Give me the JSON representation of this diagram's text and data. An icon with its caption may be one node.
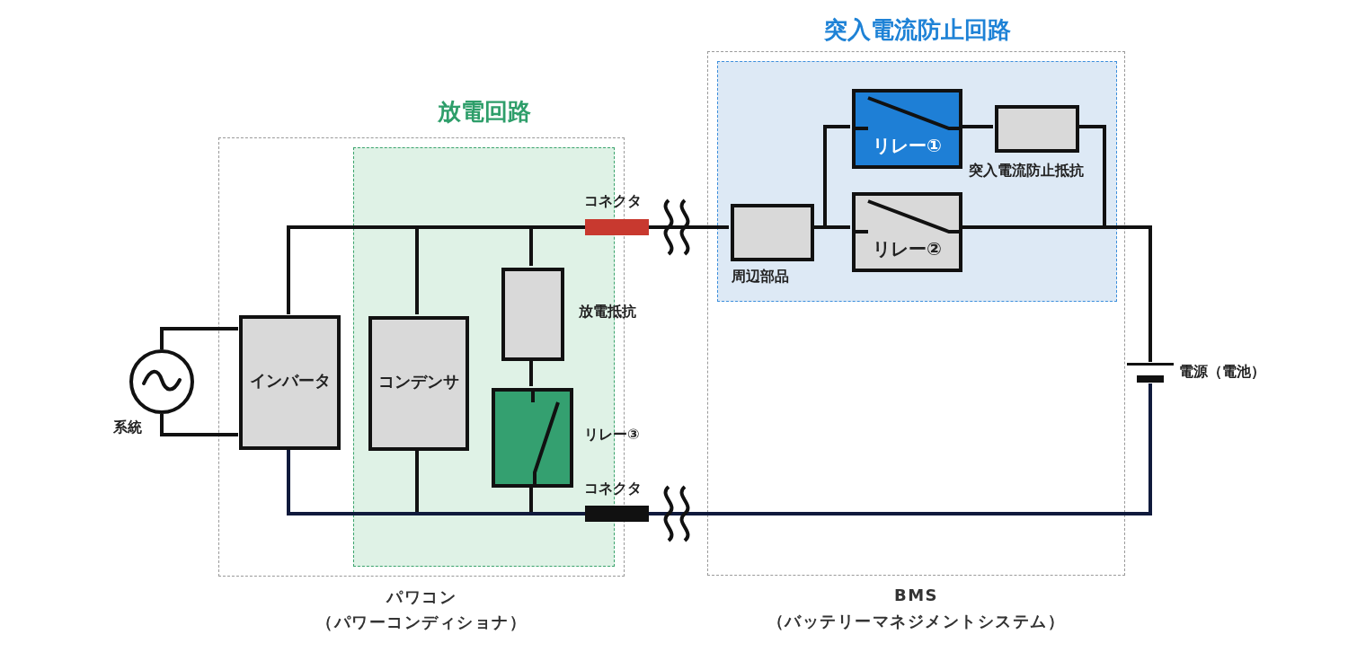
{
  "diagram": {
    "nodes": [
      {
        "text": [
          "パワコン",
          "（パワーコンディショナ）"
        ]
      },
      {
        "text": [
          "放電回路"
        ],
        "in": 0
      },
      {
        "text": [
          "インバータ"
        ],
        "in": 0
      },
      {
        "text": [
          "コンデンサ"
        ],
        "in": 1
      },
      {
        "text": [],
        "shape": "box",
        "beside": [
          "放電抵抗"
        ],
        "in": 1
      },
      {
        "text": [],
        "shape": "box",
        "beside": [
          "リレー③"
        ],
        "in": 1
      },
      {
        "text": [],
        "shape": "bar",
        "beside": [
          "コネクタ"
        ]
      },
      {
        "text": [],
        "shape": "bar",
        "beside": [
          "コネクタ"
        ]
      },
      {
        "text": [],
        "shape": "circle",
        "beside": [
          "系統"
        ]
      },
      {
        "text": [
          "BMS",
          "（バッテリーマネジメントシステム）"
        ]
      },
      {
        "text": [
          "突入電流防止回路"
        ],
        "in": 9
      },
      {
        "text": [],
        "shape": "box",
        "beside": [
          "周辺部品"
        ],
        "in": 10
      },
      {
        "text": [
          "リレー①"
        ],
        "in": 10
      },
      {
        "text": [],
        "shape": "box",
        "beside": [
          "突入電流防止抵抗"
        ],
        "in": 10
      },
      {
        "text": [
          "リレー②"
        ],
        "in": 10
      },
      {
        "text": [],
        "shape": "battery",
        "beside": [
          "電源（電池）"
        ]
      }
    ],
    "edges": [
      {
        "from": 8,
        "to": 2,
        "arrow": "none"
      },
      {
        "from": 8,
        "to": 2,
        "arrow": "none"
      },
      {
        "from": 2,
        "to": 6,
        "arrow": "none"
      },
      {
        "from": 3,
        "to": 6,
        "arrow": "none"
      },
      {
        "from": 4,
        "to": 6,
        "arrow": "none"
      },
      {
        "from": 4,
        "to": 5,
        "arrow": "none"
      },
      {
        "from": 3,
        "to": 7,
        "arrow": "none"
      },
      {
        "from": 5,
        "to": 7,
        "arrow": "none"
      },
      {
        "from": 2,
        "to": 7,
        "arrow": "none",
        "color": "#101a3c"
      },
      {
        "from": 6,
        "to": 11,
        "arrow": "none"
      },
      {
        "from": 11,
        "to": 12,
        "arrow": "none"
      },
      {
        "from": 11,
        "to": 14,
        "arrow": "none"
      },
      {
        "from": 12,
        "to": 13,
        "arrow": "none"
      },
      {
        "from": 13,
        "to": 15,
        "arrow": "none"
      },
      {
        "from": 14,
        "to": 15,
        "arrow": "none"
      },
      {
        "from": 7,
        "to": 15,
        "arrow": "none",
        "color": "#101a3c"
      }
    ]
  }
}
